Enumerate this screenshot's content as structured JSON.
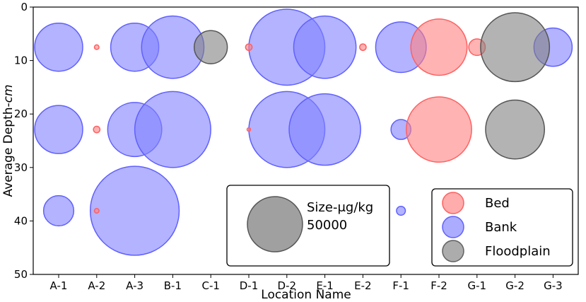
{
  "chart_data": {
    "type": "scatter",
    "xlabel": "Location Name",
    "ylabel": "Average Depth-cm",
    "ylim": [
      50,
      0
    ],
    "yticks": [
      0,
      10,
      20,
      30,
      40,
      50
    ],
    "categories": [
      "A-1",
      "A-2",
      "A-3",
      "B-1",
      "C-1",
      "D-1",
      "D-2",
      "E-1",
      "E-2",
      "F-1",
      "F-2",
      "G-1",
      "G-2",
      "G-3"
    ],
    "grid": false,
    "colors": {
      "Bed": "#ff8080",
      "Bank": "#8080ff",
      "Floodplain": "#808080"
    },
    "size_legend": {
      "label": "Size-μg/kg",
      "value": "50000",
      "ref_value": 50000
    },
    "legend": {
      "placement": "lower-right",
      "entries": [
        "Bed",
        "Bank",
        "Floodplain"
      ]
    },
    "series": [
      {
        "name": "Bank",
        "points": [
          {
            "x": "A-1",
            "depth": 7.5,
            "size": 38000
          },
          {
            "x": "A-3",
            "depth": 7.5,
            "size": 38000
          },
          {
            "x": "B-1",
            "depth": 7.5,
            "size": 64000
          },
          {
            "x": "D-2",
            "depth": 7.5,
            "size": 95000
          },
          {
            "x": "E-1",
            "depth": 7.5,
            "size": 64000
          },
          {
            "x": "F-1",
            "depth": 7.5,
            "size": 42000
          },
          {
            "x": "G-3",
            "depth": 7.5,
            "size": 24000
          },
          {
            "x": "A-1",
            "depth": 22.9,
            "size": 38000
          },
          {
            "x": "A-3",
            "depth": 22.9,
            "size": 48000
          },
          {
            "x": "B-1",
            "depth": 22.9,
            "size": 95000
          },
          {
            "x": "D-2",
            "depth": 22.9,
            "size": 95000
          },
          {
            "x": "E-1",
            "depth": 22.9,
            "size": 84000
          },
          {
            "x": "F-1",
            "depth": 22.9,
            "size": 6500
          },
          {
            "x": "A-1",
            "depth": 38.1,
            "size": 15000
          },
          {
            "x": "A-3",
            "depth": 38.1,
            "size": 130000
          },
          {
            "x": "F-1",
            "depth": 38.1,
            "size": 1300
          }
        ]
      },
      {
        "name": "Bed",
        "points": [
          {
            "x": "A-2",
            "depth": 7.5,
            "size": 350
          },
          {
            "x": "D-1",
            "depth": 7.5,
            "size": 700
          },
          {
            "x": "E-2",
            "depth": 7.5,
            "size": 700
          },
          {
            "x": "F-2",
            "depth": 7.5,
            "size": 52000
          },
          {
            "x": "G-1",
            "depth": 7.5,
            "size": 4500
          },
          {
            "x": "A-2",
            "depth": 22.9,
            "size": 700
          },
          {
            "x": "D-1",
            "depth": 22.9,
            "size": 200
          },
          {
            "x": "F-2",
            "depth": 22.9,
            "size": 70000
          },
          {
            "x": "A-2",
            "depth": 38.1,
            "size": 350
          }
        ]
      },
      {
        "name": "Floodplain",
        "points": [
          {
            "x": "C-1",
            "depth": 7.5,
            "size": 18000
          },
          {
            "x": "G-2",
            "depth": 7.5,
            "size": 78000
          },
          {
            "x": "G-2",
            "depth": 22.9,
            "size": 57000
          }
        ]
      }
    ]
  }
}
